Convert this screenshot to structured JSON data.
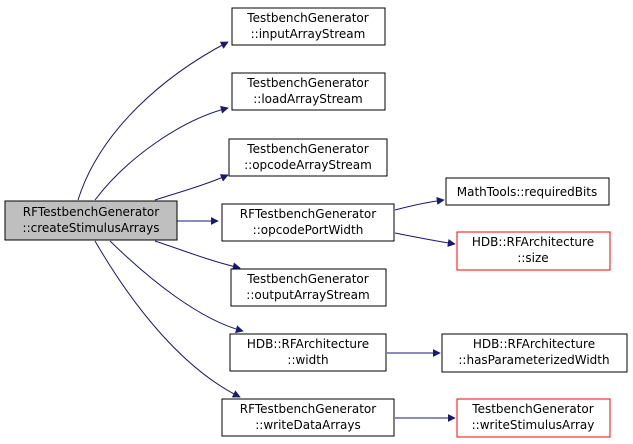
{
  "colors": {
    "edge": "#191970",
    "node_border_black": "#000000",
    "node_border_red": "#ff0000",
    "root_fill": "#bfbfbf",
    "node_fill": "#ffffff"
  },
  "nodes": {
    "root": {
      "line1": "RFTestbenchGenerator",
      "line2": "::createStimulusArrays"
    },
    "input_array": {
      "line1": "TestbenchGenerator",
      "line2": "::inputArrayStream"
    },
    "load_array": {
      "line1": "TestbenchGenerator",
      "line2": "::loadArrayStream"
    },
    "opcode_array": {
      "line1": "TestbenchGenerator",
      "line2": "::opcodeArrayStream"
    },
    "opcode_port_width": {
      "line1": "RFTestbenchGenerator",
      "line2": "::opcodePortWidth"
    },
    "output_array": {
      "line1": "TestbenchGenerator",
      "line2": "::outputArrayStream"
    },
    "hdb_width": {
      "line1": "HDB::RFArchitecture",
      "line2": "::width"
    },
    "write_data_arrays": {
      "line1": "RFTestbenchGenerator",
      "line2": "::writeDataArrays"
    },
    "required_bits": {
      "line1": "MathTools::requiredBits"
    },
    "hdb_size": {
      "line1": "HDB::RFArchitecture",
      "line2": "::size"
    },
    "has_param_width": {
      "line1": "HDB::RFArchitecture",
      "line2": "::hasParameterizedWidth"
    },
    "write_stimulus": {
      "line1": "TestbenchGenerator",
      "line2": "::writeStimulusArray"
    }
  }
}
